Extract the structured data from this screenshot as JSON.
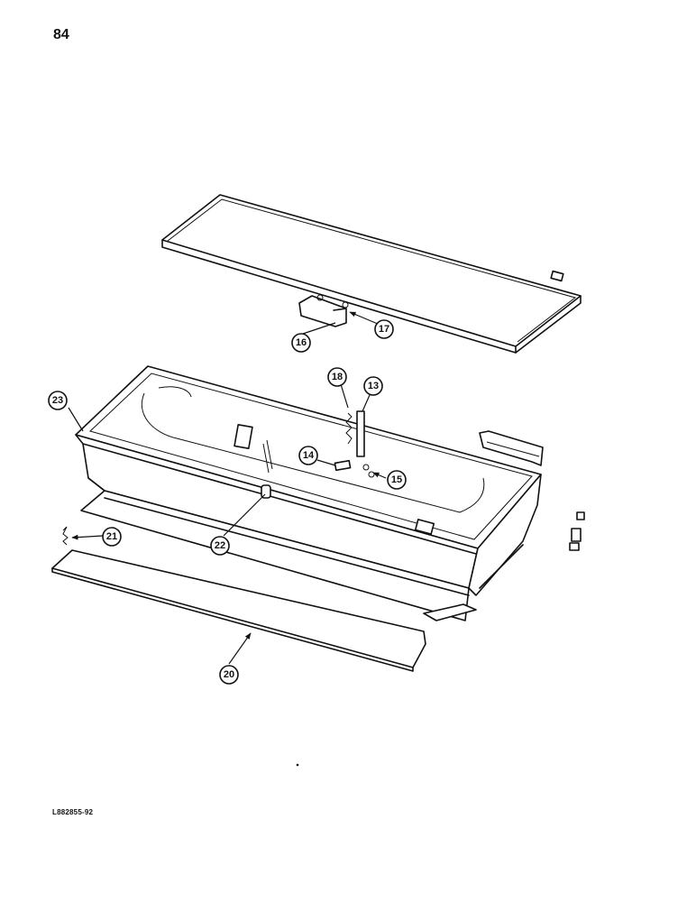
{
  "page_number": "84",
  "drawing_code": "L882855-92",
  "callouts": {
    "c13": "13",
    "c14": "14",
    "c15": "15",
    "c16": "16",
    "c17": "17",
    "c18": "18",
    "c20": "20",
    "c21": "21",
    "c22": "22",
    "c23": "23"
  }
}
